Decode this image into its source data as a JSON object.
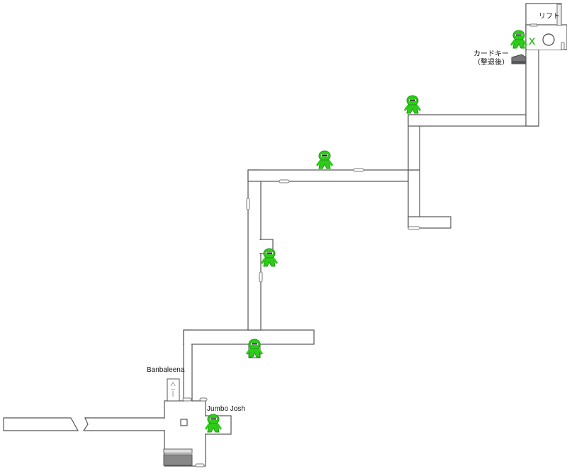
{
  "labels": {
    "lift": "リフト",
    "card_key": "カードキー",
    "card_key_note": "（撃退後）",
    "banbaleena": "Banbaleena",
    "jumbo_josh": "Jumbo Josh"
  },
  "markers": {
    "checkpoint": "x-mark-icon"
  },
  "colors": {
    "monster": "#2ecc1a",
    "monster_dark": "#1f9a10",
    "wall": "#555555",
    "floor": "#ffffff",
    "checkpoint": "#3fbf2f"
  }
}
